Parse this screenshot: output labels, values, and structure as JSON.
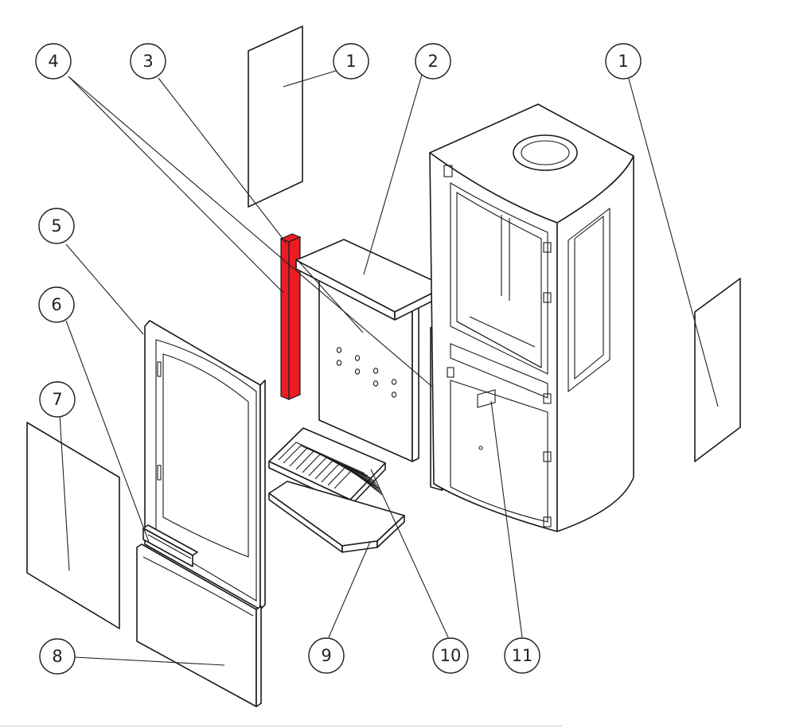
{
  "highlight_color": "#ec1c24",
  "line_color": "#1a1a1a",
  "callouts": [
    {
      "id": "c1a",
      "label": "1"
    },
    {
      "id": "c2",
      "label": "2"
    },
    {
      "id": "c3",
      "label": "3"
    },
    {
      "id": "c4",
      "label": "4"
    },
    {
      "id": "c1b",
      "label": "1"
    },
    {
      "id": "c5",
      "label": "5"
    },
    {
      "id": "c6",
      "label": "6"
    },
    {
      "id": "c7",
      "label": "7"
    },
    {
      "id": "c8",
      "label": "8"
    },
    {
      "id": "c9",
      "label": "9"
    },
    {
      "id": "c10",
      "label": "10"
    },
    {
      "id": "c11",
      "label": "11"
    }
  ]
}
